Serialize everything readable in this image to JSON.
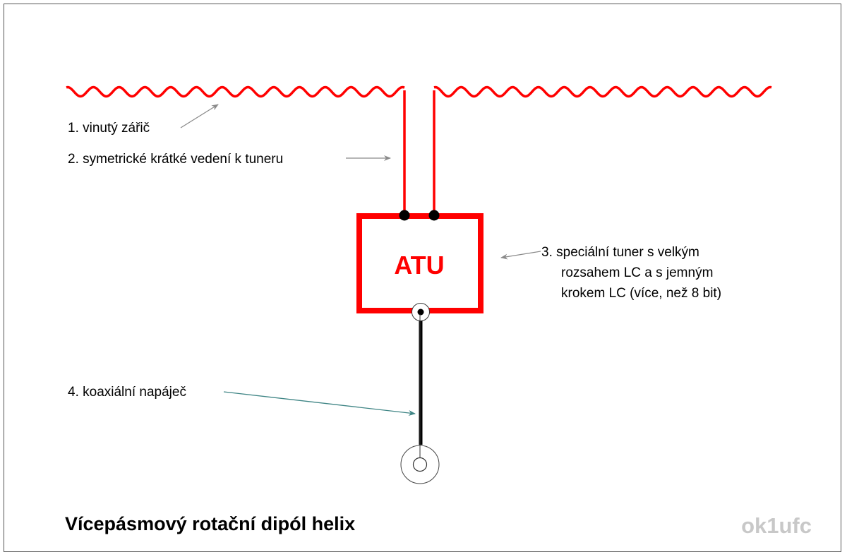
{
  "labels": {
    "radiator": "1. vinutý zářič",
    "feedline": "2. symetrické krátké vedení k tuneru",
    "tuner_line1": "3. speciální tuner s velkým",
    "tuner_line2": "rozsahem LC a s jemným",
    "tuner_line3": "krokem LC (více, než 8 bit)",
    "coax": "4. koaxiální napáječ"
  },
  "atu_label": "ATU",
  "title": "Vícepásmový rotační dipól helix",
  "signature": "ok1ufc",
  "colors": {
    "antenna": "#ff0000",
    "coax": "#000000",
    "arrow": "#8a8a8a",
    "coax_arrow": "#3f8585",
    "signature": "#c8c8c8"
  }
}
